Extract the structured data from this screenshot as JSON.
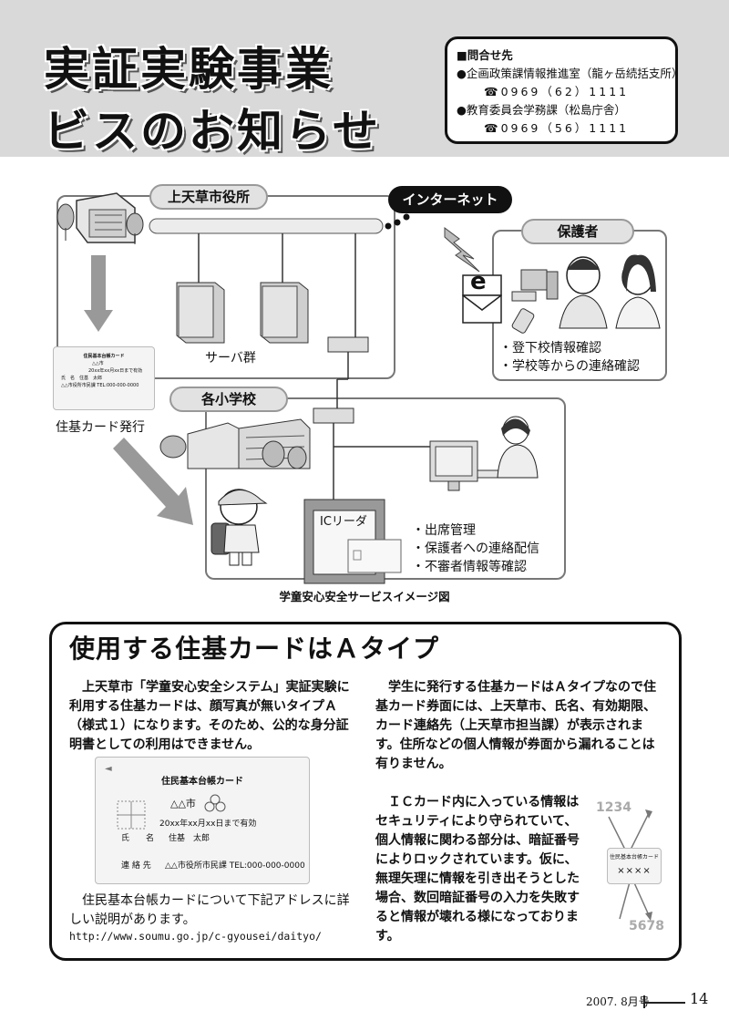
{
  "header": {
    "title_line1": "実証実験事業",
    "title_line2": "ビスのお知らせ",
    "contact": {
      "heading": "■問合せ先",
      "entries": [
        {
          "name": "●企画政策課情報推進室（龍ヶ岳続括支所）",
          "tel": "☎0969（62）1111"
        },
        {
          "name": "●教育委員会学務課（松島庁舎）",
          "tel": "☎0969（56）1111"
        }
      ]
    }
  },
  "diagram": {
    "city_office": "上天草市役所",
    "internet": "インターネット",
    "guardian": "保護者",
    "server_group": "サーバ群",
    "card_issue": "住基カード発行",
    "schools": "各小学校",
    "ic_reader": "ICリーダ",
    "mail_icon_letter": "e",
    "guardian_items": [
      "・登下校情報確認",
      "・学校等からの連絡確認"
    ],
    "school_items": [
      "・出席管理",
      "・保護者への連絡配信",
      "・不審者情報等確認"
    ],
    "caption": "学童安心安全サービスイメージ図",
    "mini_card": {
      "title": "住民基本台帳カード",
      "city": "△△市",
      "valid": "20xx年xx月xx日まで有効",
      "name": "氏　名　住基　太郎",
      "issuer": "△△市役所市民課 TEL:000-000-0000"
    }
  },
  "section": {
    "title": "使用する住基カードはＡタイプ",
    "left_paragraph": "　上天草市「学童安心安全システム」実証実験に利用する住基カードは、顔写真が無いタイプＡ（様式１）になります。そのため、公的な身分証明書としての利用はできません。",
    "card": {
      "title": "住民基本台帳カード",
      "city": "△△市",
      "valid": "20xx年xx月xx日まで有効",
      "name_label": "氏　　名",
      "name_value": "住基　太郎",
      "issuer_label": "連 絡 先",
      "issuer_value": "△△市役所市民課 TEL:000-000-0000"
    },
    "note": "　住民基本台帳カードについて下記アドレスに詳しい説明があります。",
    "url": "http://www.soumu.go.jp/c-gyousei/daityo/",
    "right_paragraph1": "　学生に発行する住基カードはＡタイプなので住基カード券面には、上天草市、氏名、有効期限、カード連絡先（上天草市担当課）が表示されます。住所などの個人情報が券面から漏れることは有りません。",
    "right_paragraph2": "　ＩＣカード内に入っている情報はセキュリティにより守られていて、個人情報に関わる部分は、暗証番号によりロックされています。仮に、無理矢理に情報を引き出そうとした場合、数回暗証番号の入力を失敗すると情報が壊れる様になっております。",
    "lock_card": {
      "title": "住民基本台帳カード",
      "masked": "××××",
      "num_top": "1234",
      "num_bottom": "5678"
    }
  },
  "footer": {
    "issue": "2007. 8月号",
    "page": "14"
  }
}
